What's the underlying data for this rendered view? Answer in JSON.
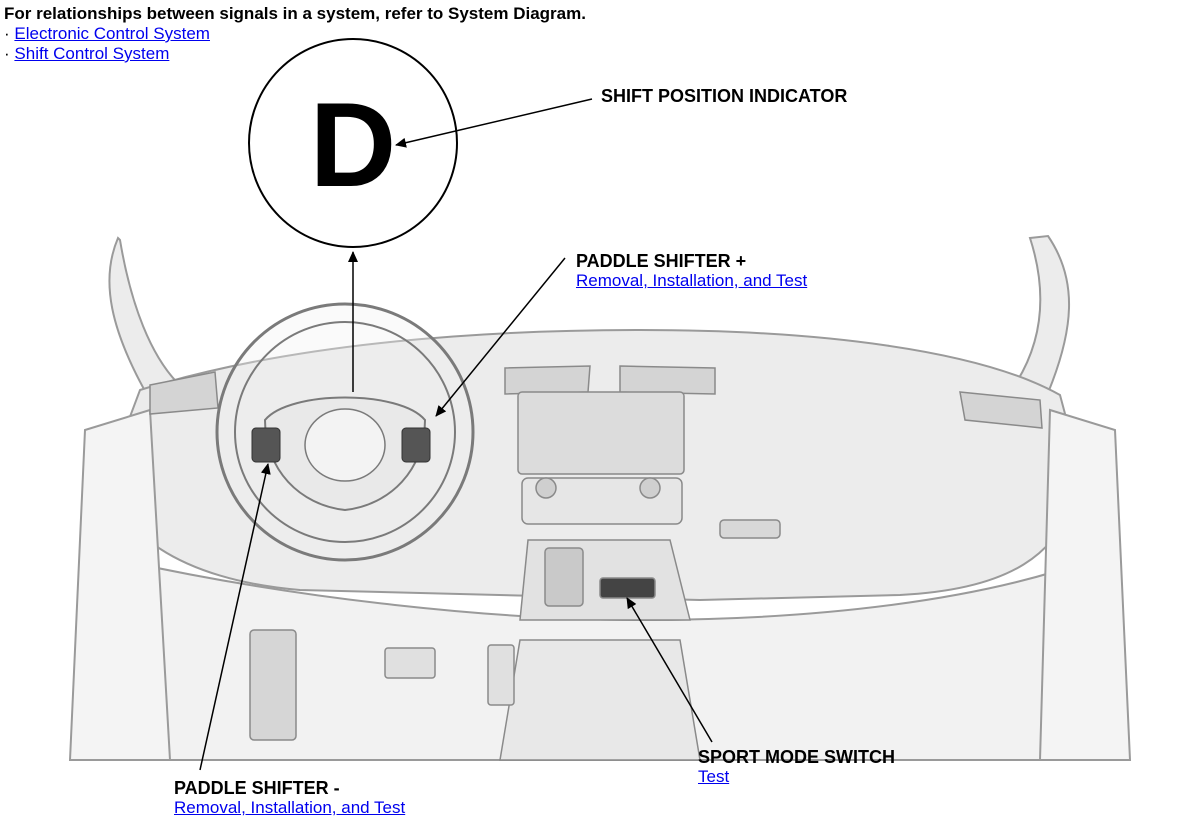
{
  "header": {
    "intro": "For relationships between signals in a system, refer to System Diagram.",
    "links": [
      {
        "bullet": "·",
        "label": "Electronic Control System "
      },
      {
        "bullet": "·",
        "label": "Shift Control System"
      }
    ]
  },
  "indicator": {
    "glyph": "D",
    "label": "SHIFT POSITION INDICATOR"
  },
  "callouts": {
    "paddle_plus": {
      "title": "PADDLE SHIFTER +",
      "link": "Removal, Installation, and Test"
    },
    "paddle_minus": {
      "title": "PADDLE SHIFTER -",
      "link": "Removal, Installation, and Test"
    },
    "sport_mode": {
      "title": "SPORT MODE SWITCH",
      "link": "Test"
    }
  },
  "colors": {
    "link": "#0000ee",
    "line_art": "#9a9a9a",
    "fill": "#ececec"
  }
}
